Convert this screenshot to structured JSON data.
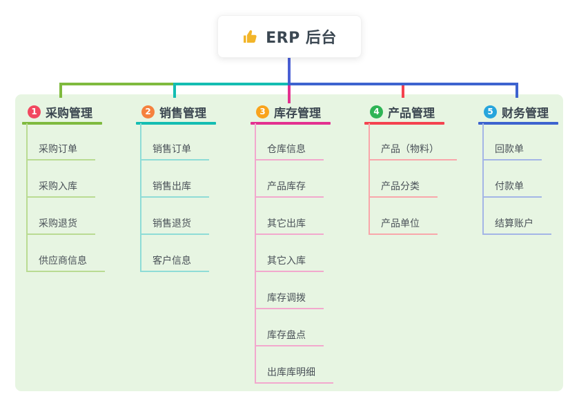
{
  "root": {
    "label": "ERP 后台",
    "icon": "thumbs-up-icon",
    "icon_color": "#f2b52a",
    "line_color": "#4a5fd4"
  },
  "canvas": {
    "page_background": "#ffffff",
    "panel_background": "#e7f5e2"
  },
  "branches": [
    {
      "badge": "1",
      "badge_color": "#f2485f",
      "label": "采购管理",
      "line_color": "#7fba3e",
      "child_line_color": "#b9db92",
      "children": [
        "采购订单",
        "采购入库",
        "采购退货",
        "供应商信息"
      ]
    },
    {
      "badge": "2",
      "badge_color": "#f5813e",
      "label": "销售管理",
      "line_color": "#14bdb2",
      "child_line_color": "#8edcd6",
      "children": [
        "销售订单",
        "销售出库",
        "销售退货",
        "客户信息"
      ]
    },
    {
      "badge": "3",
      "badge_color": "#f9a31c",
      "label": "库存管理",
      "line_color": "#e33190",
      "child_line_color": "#f2a8cd",
      "children": [
        "仓库信息",
        "产品库存",
        "其它出库",
        "其它入库",
        "库存调拨",
        "库存盘点",
        "出库库明细"
      ]
    },
    {
      "badge": "4",
      "badge_color": "#2eb455",
      "label": "产品管理",
      "line_color": "#f4434f",
      "child_line_color": "#f9a6aa",
      "children": [
        "产品（物料）",
        "产品分类",
        "产品单位"
      ]
    },
    {
      "badge": "5",
      "badge_color": "#27a5dc",
      "label": "财务管理",
      "line_color": "#3d63cf",
      "child_line_color": "#a3b5e6",
      "children": [
        "回款单",
        "付款单",
        "结算账户"
      ]
    }
  ]
}
